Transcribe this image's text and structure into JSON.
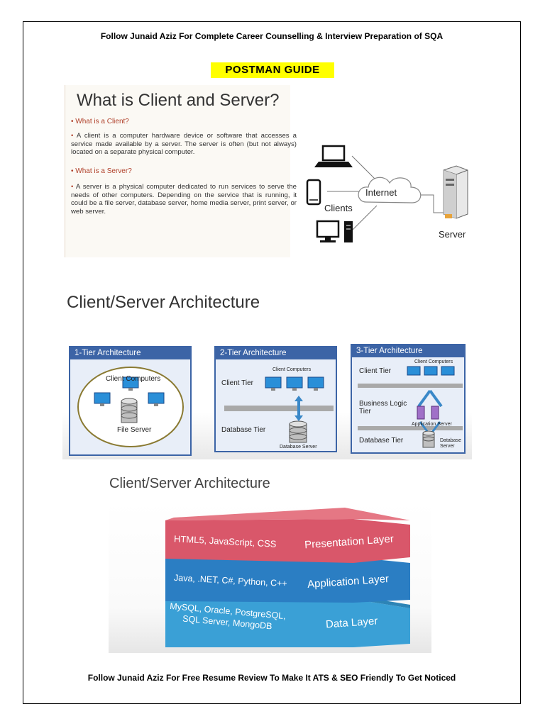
{
  "header": "Follow Junaid Aziz For Complete Career Counselling & Interview Preparation of SQA",
  "guide_title": "POSTMAN GUIDE",
  "client_server": {
    "title": "What is Client and Server?",
    "q_client": "What is a Client?",
    "p_client": "A client is a computer hardware device or software that accesses a service made available by a server. The server is often (but not always) located on a separate physical computer.",
    "q_server": "What is a Server?",
    "p_server": "A server is a physical computer dedicated to run services to serve the needs of other computers. Depending on the service that is running, it could be a file server, database server, home media server, print server, or web server.",
    "internet_label": "Internet",
    "clients_label": "Clients",
    "server_label": "Server"
  },
  "architecture": {
    "title": "Client/Server Architecture",
    "tier1": {
      "header": "1-Tier Architecture",
      "client_computers": "Client Computers",
      "file_server": "File Server"
    },
    "tier2": {
      "header": "2-Tier Architecture",
      "client_computers": "Client Computers",
      "client_tier": "Client Tier",
      "database_tier": "Database Tier",
      "database_server": "Database Server"
    },
    "tier3": {
      "header": "3-Tier Architecture",
      "client_computers": "Client Computers",
      "client_tier": "Client Tier",
      "business_logic": "Business Logic",
      "tier_word": "Tier",
      "application_server": "Application Server",
      "database_tier": "Database Tier",
      "database_server_1": "Database",
      "database_server_2": "Server"
    }
  },
  "layers": {
    "title": "Client/Server Architecture",
    "presentation": {
      "tech": "HTML5, JavaScript, CSS",
      "name": "Presentation Layer"
    },
    "application": {
      "tech": "Java, .NET, C#, Python, C++",
      "name": "Application Layer"
    },
    "data": {
      "tech1": "MySQL, Oracle, PostgreSQL,",
      "tech2": "SQL Server, MongoDB",
      "name": "Data Layer"
    },
    "colors": {
      "presentation": "#d9576a",
      "application": "#2b7ec3",
      "data": "#3aa0d6"
    }
  },
  "footer": "Follow Junaid Aziz For Free Resume Review To Make It ATS & SEO Friendly To Get Noticed"
}
